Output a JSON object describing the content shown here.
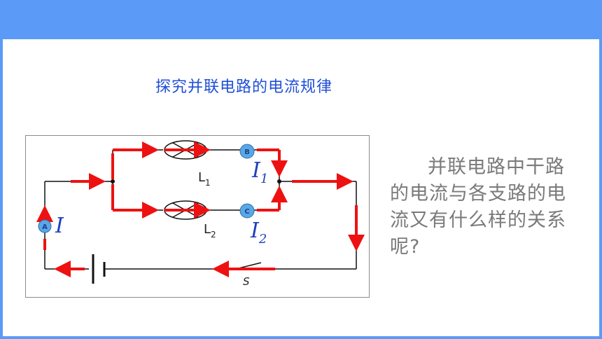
{
  "title": "探究并联电路的电流规律",
  "question": "并联电路中干路的电流与各支路的电流又有什么样的关系呢?",
  "diagram": {
    "meters": {
      "a": "A",
      "b": "B",
      "c": "C"
    },
    "currents": {
      "main": {
        "symbol": "I",
        "sub": ""
      },
      "branch1": {
        "symbol": "I",
        "sub": "1"
      },
      "branch2": {
        "symbol": "I",
        "sub": "2"
      }
    },
    "lamps": {
      "l1": {
        "symbol": "L",
        "sub": "1"
      },
      "l2": {
        "symbol": "L",
        "sub": "2"
      }
    },
    "switch_label": "S"
  },
  "colors": {
    "accent": "#5b9bf7",
    "arrow": "#ee1111",
    "title": "#1f4fd6",
    "question": "#7a7a7a",
    "meter_fill": "#5aa7e6"
  }
}
